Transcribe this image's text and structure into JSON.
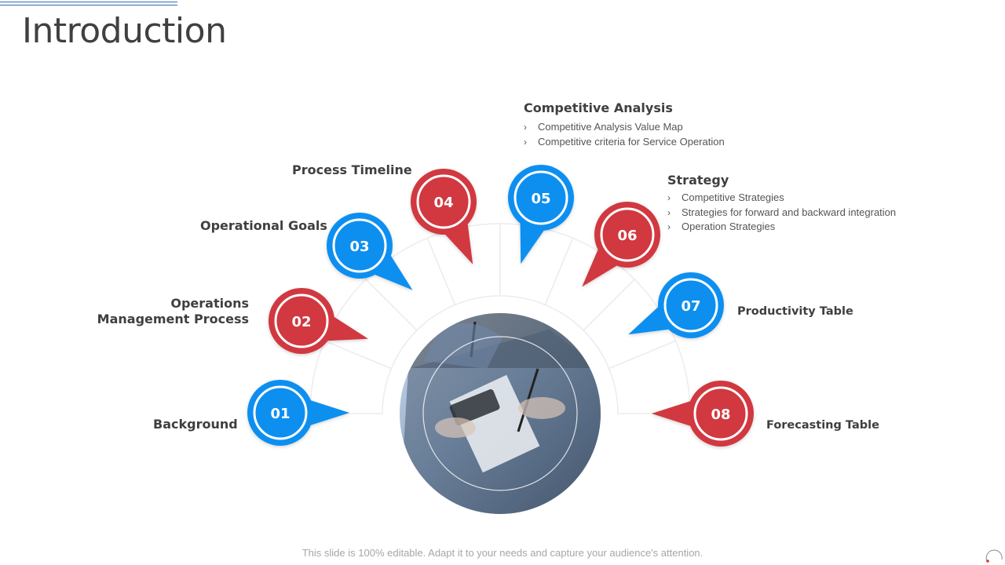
{
  "title": "Introduction",
  "footer": "This slide is 100% editable. Adapt it to your needs and capture your audience's attention.",
  "colors": {
    "red": "#d1383f",
    "blue": "#0f8ff0",
    "title": "#404040",
    "text": "#3f3f3f"
  },
  "center_image": "people-signing-document-photo",
  "items": [
    {
      "number": "01",
      "color": "blue",
      "label": "Background"
    },
    {
      "number": "02",
      "color": "red",
      "label_lines": [
        "Operations",
        "Management Process"
      ]
    },
    {
      "number": "03",
      "color": "blue",
      "label": "Operational Goals"
    },
    {
      "number": "04",
      "color": "red",
      "label": "Process Timeline"
    },
    {
      "number": "05",
      "color": "blue",
      "label": "Competitive Analysis",
      "sub": [
        "Competitive  Analysis Value Map",
        "Competitive  criteria for Service Operation"
      ]
    },
    {
      "number": "06",
      "color": "red",
      "label": "Strategy",
      "sub": [
        "Competitive  Strategies",
        "Strategies for forward  and backward integration",
        "Operation  Strategies"
      ]
    },
    {
      "number": "07",
      "color": "blue",
      "label": "Productivity Table"
    },
    {
      "number": "08",
      "color": "red",
      "label": "Forecasting Table"
    }
  ]
}
